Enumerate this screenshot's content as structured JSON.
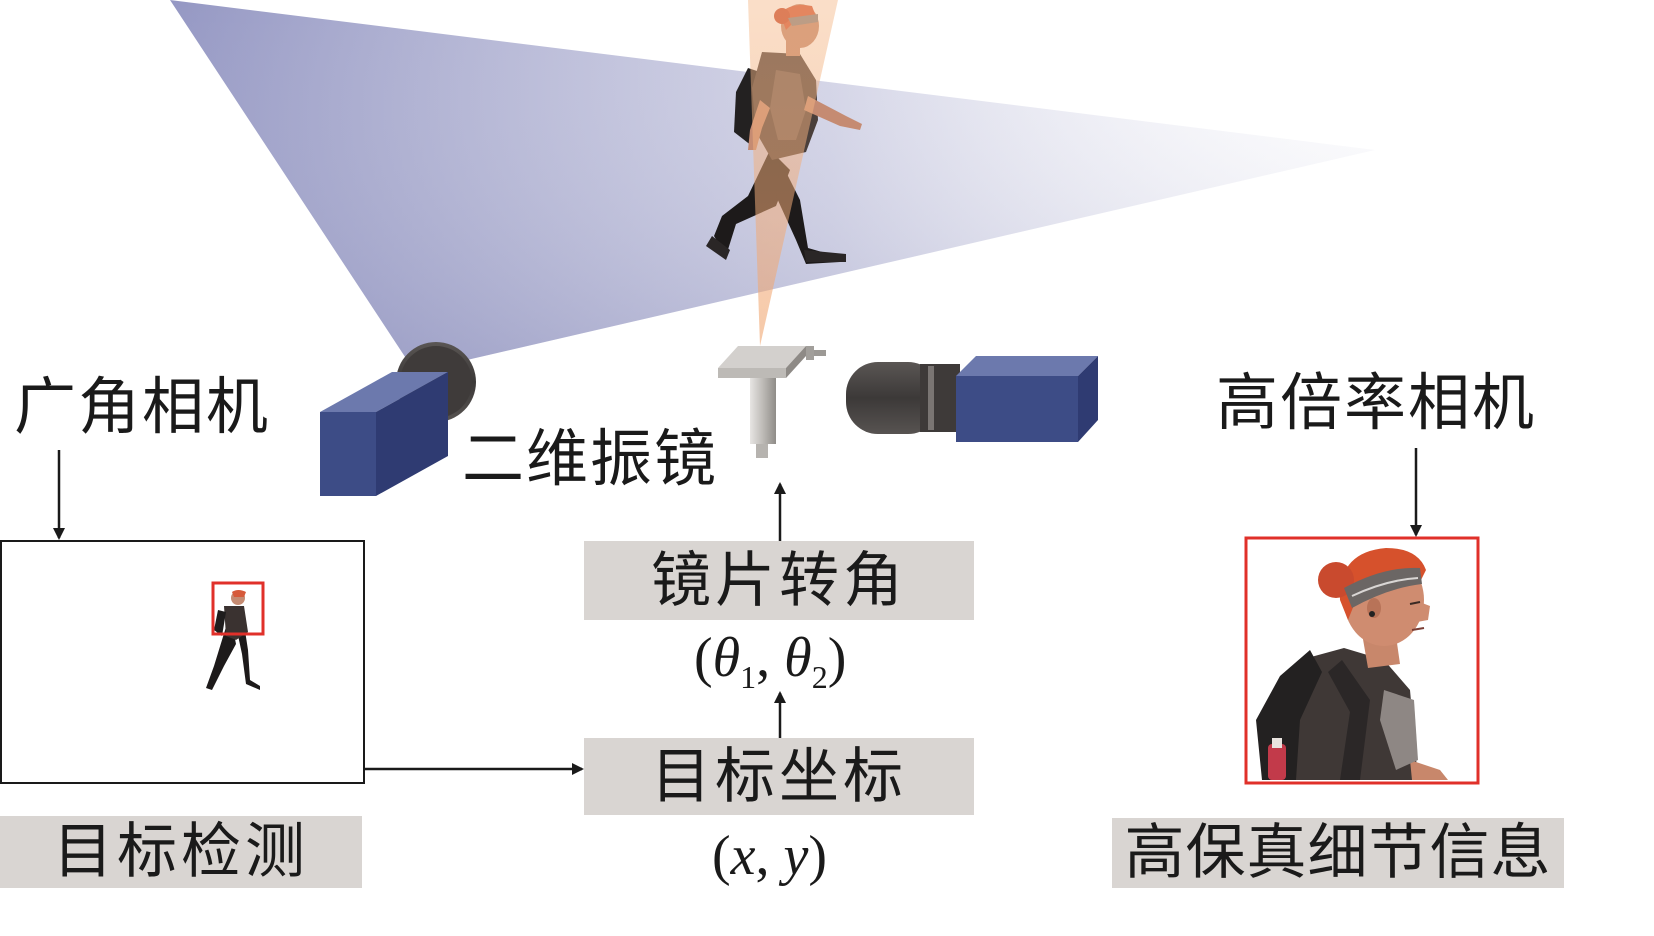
{
  "labels": {
    "wide_camera": "广角相机",
    "galvo": "二维振镜",
    "high_zoom_camera": "高倍率相机",
    "mirror_angle": "镜片转角",
    "target_coords": "目标坐标",
    "target_detection": "目标检测",
    "hifi_detail": "高保真细节信息"
  },
  "math": {
    "theta_open": "(",
    "theta_symbol_1": "θ",
    "theta_sub_1": "1",
    "theta_sep": ", ",
    "theta_symbol_2": "θ",
    "theta_sub_2": "2",
    "theta_close": ")",
    "xy_open": "(",
    "xy_x": "x",
    "xy_sep": ", ",
    "xy_y": "y",
    "xy_close": ")"
  },
  "colors": {
    "wide_fov": "#8f92c0",
    "narrow_beam": "#f0a36c",
    "camera_body": "#3d4c86",
    "lens": "#4a4645",
    "galvo_mount": "#c8c6c3",
    "label_box": "#d9d5d2",
    "detection_box": "#e0302a"
  },
  "icons": {
    "person": "walking-person-figure",
    "crop": "person-head-closeup"
  }
}
